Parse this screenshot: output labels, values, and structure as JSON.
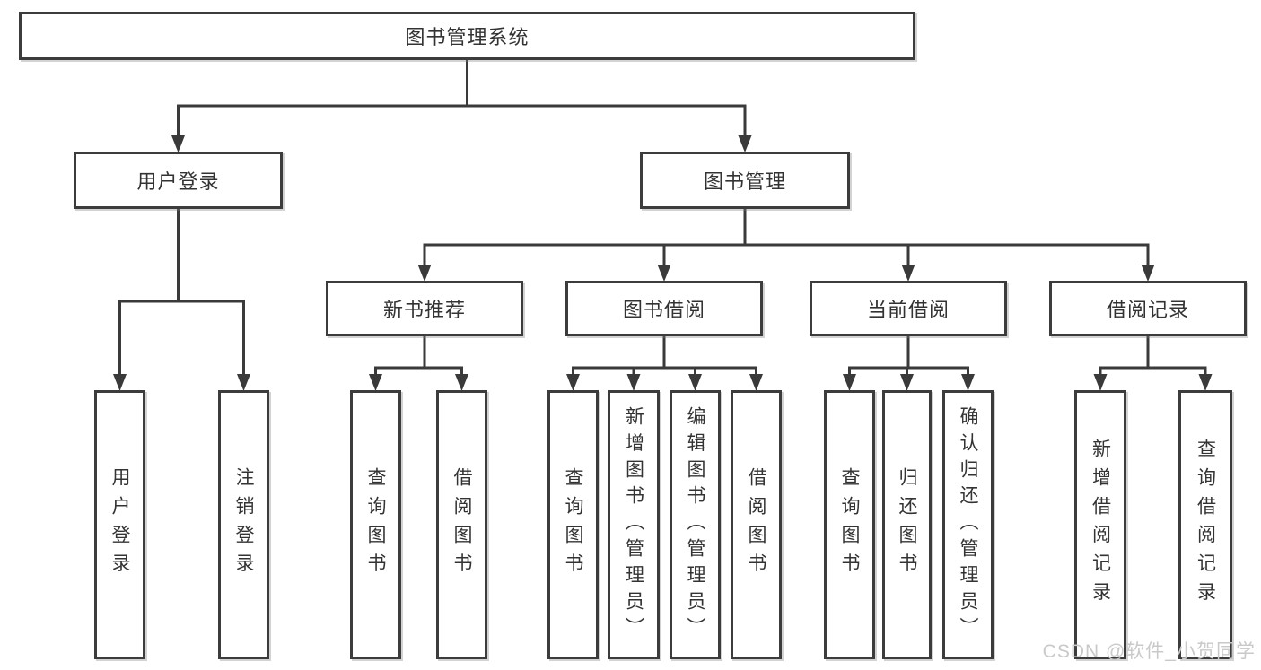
{
  "watermark": "CSDN @软件_小贺同学",
  "root": {
    "label": "图书管理系统"
  },
  "level2": [
    {
      "label": "用户登录",
      "children": [
        {
          "label": "用户登录"
        },
        {
          "label": "注销登录"
        }
      ]
    },
    {
      "label": "图书管理",
      "children": [
        {
          "label": "新书推荐",
          "children": [
            {
              "label": "查询图书"
            },
            {
              "label": "借阅图书"
            }
          ]
        },
        {
          "label": "图书借阅",
          "children": [
            {
              "label": "查询图书"
            },
            {
              "label": "新增图书（管理员）"
            },
            {
              "label": "编辑图书（管理员）"
            },
            {
              "label": "借阅图书"
            }
          ]
        },
        {
          "label": "当前借阅",
          "children": [
            {
              "label": "查询图书"
            },
            {
              "label": "归还图书"
            },
            {
              "label": "确认归还（管理员）"
            }
          ]
        },
        {
          "label": "借阅记录",
          "children": [
            {
              "label": "新增借阅记录"
            },
            {
              "label": "查询借阅记录"
            }
          ]
        }
      ]
    }
  ],
  "colors": {
    "line": "#3a3a3a",
    "border": "#3c3c3c",
    "text": "#333333",
    "watermark": "#c9c9c9",
    "background": "#ffffff"
  }
}
